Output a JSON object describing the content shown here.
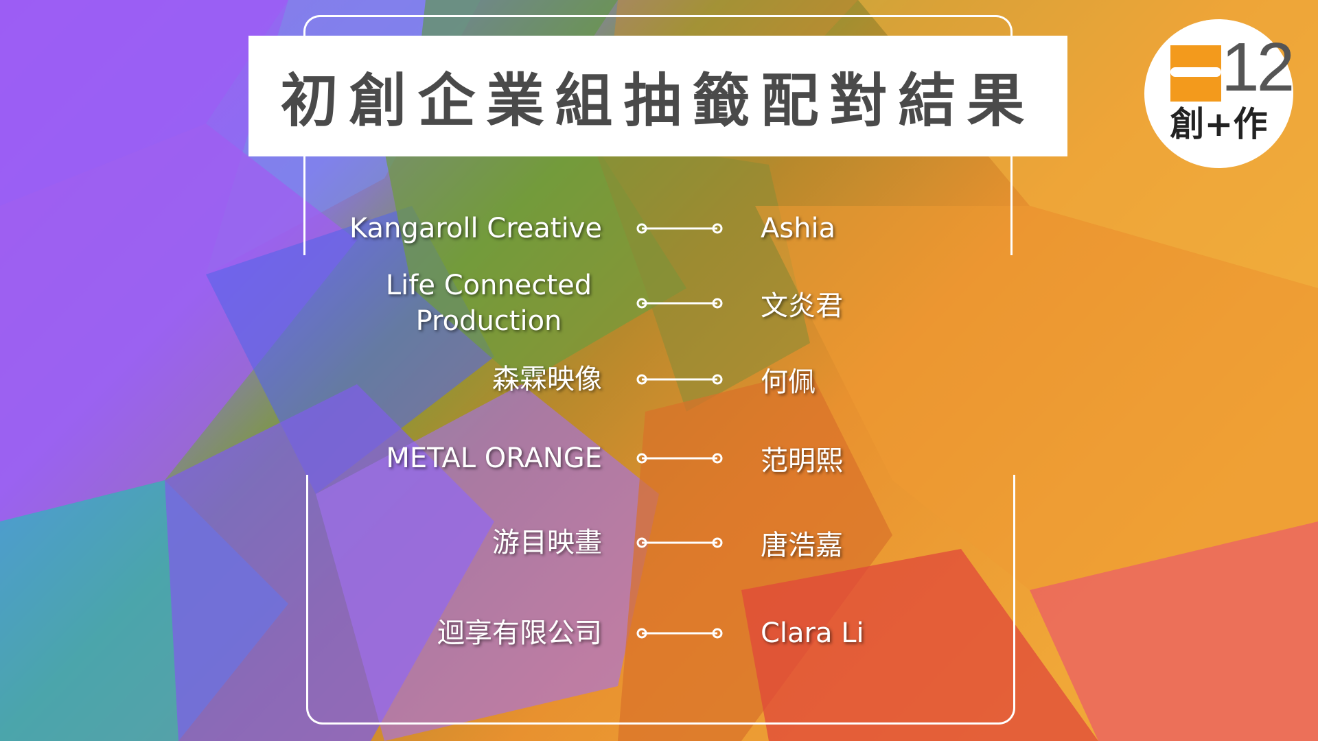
{
  "title": "初創企業組抽籤配對結果",
  "logo": {
    "number": "12",
    "text": "創+作"
  },
  "colors": {
    "title_text": "#4a4a4a",
    "logo_orange": "#f39a1c",
    "frame": "#ffffff"
  },
  "pairs": [
    {
      "company": "Kangaroll Creative",
      "person": "Ashia"
    },
    {
      "company": "Life Connected Production",
      "person": "文炎君"
    },
    {
      "company": "森霖映像",
      "person": "何佩"
    },
    {
      "company": "METAL ORANGE",
      "person": "范明熙"
    },
    {
      "company": "游目映畫",
      "person": "唐浩嘉"
    },
    {
      "company": "迴享有限公司",
      "person": "Clara Li"
    }
  ]
}
